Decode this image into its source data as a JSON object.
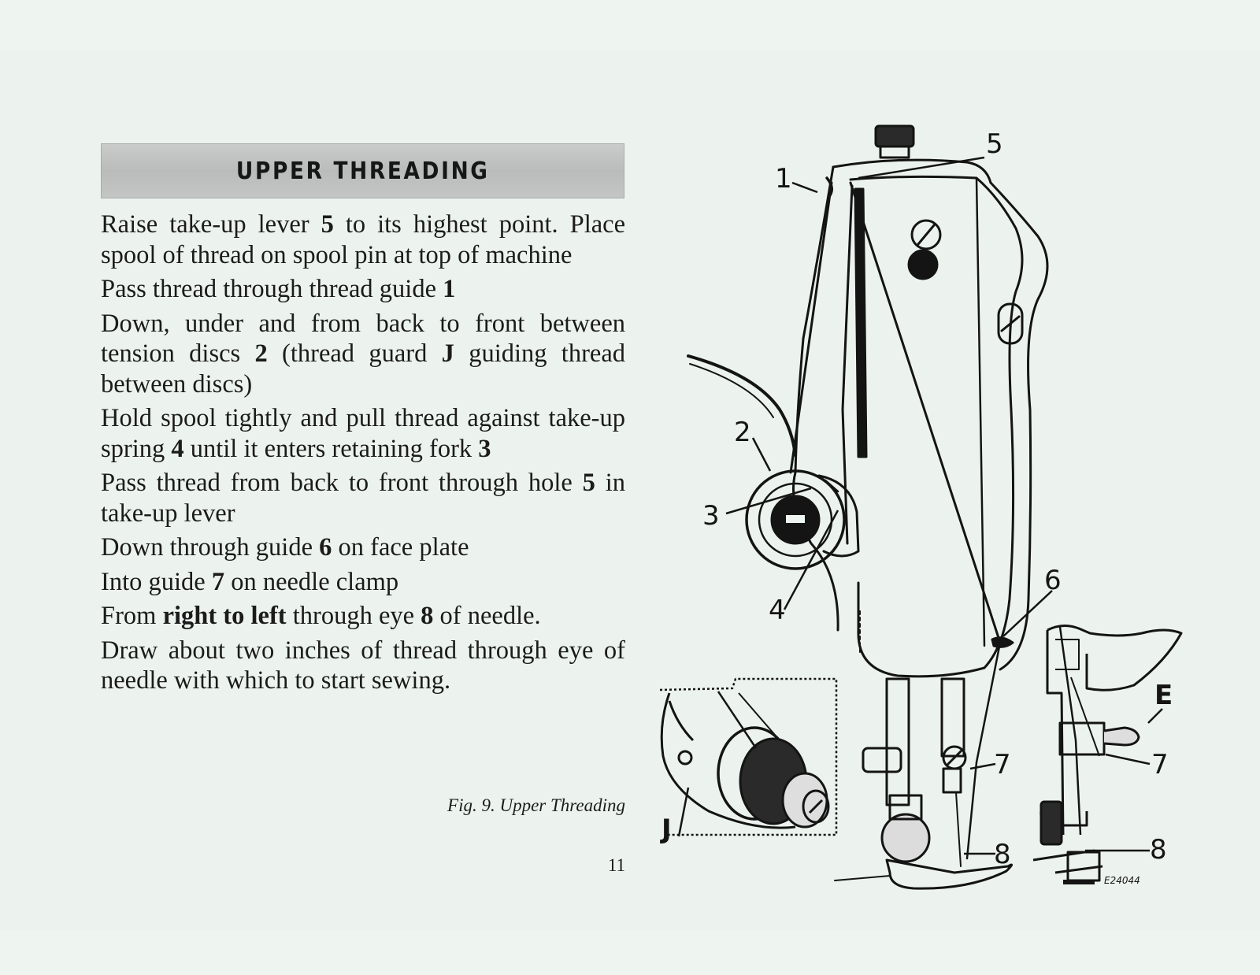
{
  "header": {
    "title": "UPPER THREADING"
  },
  "steps": [
    {
      "parts": [
        "Raise take-up lever ",
        "5",
        " to its highest point. Place spool of thread on spool pin at top of machine"
      ]
    },
    {
      "parts": [
        "Pass thread through thread guide ",
        "1",
        ""
      ]
    },
    {
      "parts": [
        "Down, under and from back to front between tension discs ",
        "2",
        " (thread guard "
      ],
      "parts2": [
        "J",
        " guiding thread between discs)"
      ]
    },
    {
      "parts": [
        "Hold spool tightly and pull thread against take-up spring ",
        "4",
        " until it enters retaining fork "
      ],
      "parts2": [
        "3",
        ""
      ]
    },
    {
      "parts": [
        "Pass thread from back to front through hole ",
        "5",
        " in take-up lever"
      ]
    },
    {
      "parts": [
        "Down through guide ",
        "6",
        " on face plate"
      ]
    },
    {
      "parts": [
        "Into guide ",
        "7",
        " on needle clamp"
      ]
    },
    {
      "parts": [
        "From ",
        "right to left",
        " through eye "
      ],
      "parts2": [
        "8",
        " of needle."
      ]
    },
    {
      "parts": [
        "Draw about two inches of thread through eye of needle with which to start sewing.",
        "",
        ""
      ]
    }
  ],
  "figure": {
    "caption": "Fig. 9. Upper Threading",
    "code": "E24044",
    "callouts": {
      "c1": "1",
      "c2": "2",
      "c3": "3",
      "c4": "4",
      "c5": "5",
      "c6": "6",
      "c7a": "7",
      "c8a": "8",
      "c7b": "7",
      "c8b": "8",
      "cE": "E",
      "cJ": "J"
    }
  },
  "page_number": "11"
}
